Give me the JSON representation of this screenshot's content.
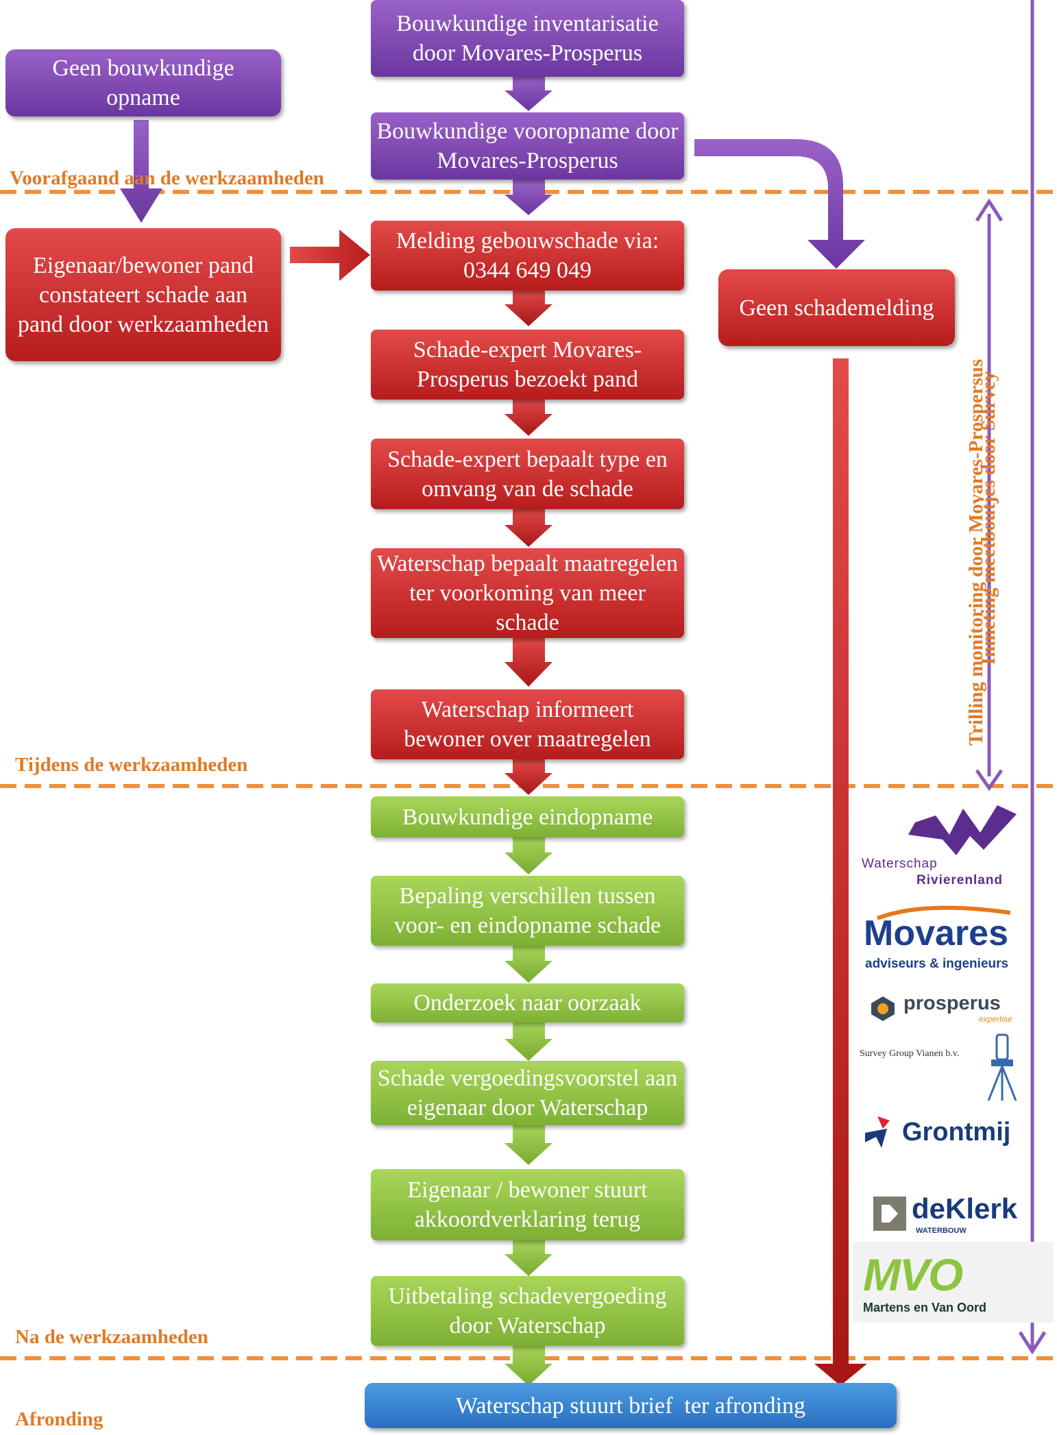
{
  "boxes": {
    "inventarisatie": "Bouwkundige inventarisatie door Movares-Prosperus",
    "geen_opname": "Geen bouwkundige opname",
    "vooropname": "Bouwkundige vooropname door Movares-Prosperus",
    "melding": "Melding gebouwschade via: 0344 649 049",
    "eigenaar": "Eigenaar/bewoner pand constateert schade aan pand door werkzaamheden",
    "geen_schademelding": "Geen schademelding",
    "expert_bezoekt": "Schade-expert Movares-Prosperus bezoekt pand",
    "expert_bepaalt": "Schade-expert bepaalt type en omvang van de schade",
    "maatregelen": "Waterschap bepaalt maatregelen ter voorkoming van meer schade",
    "informeert": "Waterschap informeert bewoner over maatregelen",
    "eindopname": "Bouwkundige eindopname",
    "verschillen": "Bepaling verschillen tussen voor- en eindopname schade",
    "oorzaak": "Onderzoek naar oorzaak",
    "voorstel": "Schade vergoedingsvoorstel aan eigenaar door Waterschap",
    "akkoord": "Eigenaar / bewoner stuurt akkoordverklaring terug",
    "uitbetaling": "Uitbetaling schadevergoeding door Waterschap",
    "afronding_brief": "Waterschap stuurt brief  ter afronding"
  },
  "phases": {
    "voorafgaand": "Voorafgaand  aan de werkzaamheden",
    "tijdens": "Tijdens de werkzaamheden",
    "na": "Na de werkzaamheden",
    "afronding": "Afronding"
  },
  "side_labels": {
    "trilling": "Trilling monitoring door Movares-Prospersus",
    "inmeting": "Inmeting meetboutjes door Survey"
  },
  "logos": {
    "waterschap_line1": "Waterschap",
    "waterschap_line2": "Rivierenland",
    "movares": "Movares",
    "movares_sub": "adviseurs & ingenieurs",
    "prosperus": "prosperus",
    "prosperus_sub": "expertise",
    "survey": "Survey Group Vianen b.v.",
    "grontmij": "Grontmij",
    "deklerk": "deKlerk",
    "deklerk_sub": "WATERBOUW",
    "mvo": "MVO",
    "mvo_sub": "Martens en Van Oord"
  },
  "colors": {
    "purple": "#7b44b0",
    "red": "#c42a2a",
    "green": "#8cc43f",
    "blue": "#3a85d4",
    "phase_orange": "#e07a26",
    "dashed_line": "#f0903a"
  }
}
